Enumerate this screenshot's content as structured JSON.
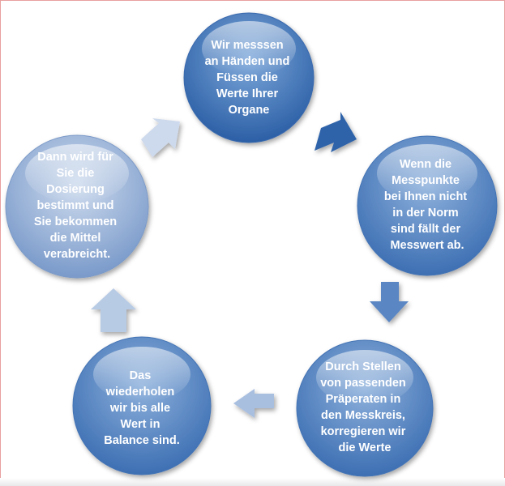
{
  "diagram": {
    "nodes": [
      {
        "id": "n1",
        "lines": [
          "Wir messsen",
          "an Händen und",
          "Füssen  die",
          "Werte Ihrer",
          "Organe"
        ],
        "style": "dark"
      },
      {
        "id": "n2",
        "lines": [
          "Wenn die",
          "Messpunkte",
          "bei Ihnen nicht",
          "in der Norm",
          "sind fällt der",
          "Messwert ab."
        ],
        "style": "mid"
      },
      {
        "id": "n3",
        "lines": [
          "Durch  Stellen",
          "von passenden",
          "Präperaten  in",
          "den Messkreis,",
          "korregieren wir",
          "die Werte"
        ],
        "style": "mid"
      },
      {
        "id": "n4",
        "lines": [
          "Das",
          "wiederholen",
          "wir bis alle",
          "Wert in",
          "Balance sind."
        ],
        "style": "light"
      },
      {
        "id": "n5",
        "lines": [
          "Dann wird  für",
          "Sie die",
          "Dosierung",
          "bestimmt  und",
          "Sie bekommen",
          "die Mittel",
          "verabreicht."
        ],
        "style": "light"
      }
    ],
    "colors": {
      "dark_top": "#6e9bd2",
      "dark_bottom": "#2b5fa6",
      "mid_top": "#7fa6d6",
      "mid_bottom": "#3d6fb3",
      "light_top": "#c3d4ea",
      "light_bottom": "#7c9ccc",
      "arrow_dark": "#2f63aa",
      "arrow_mid": "#5a86c3",
      "arrow_light": "#a9bfe0",
      "arrow_pale": "#cdd9ec"
    }
  }
}
